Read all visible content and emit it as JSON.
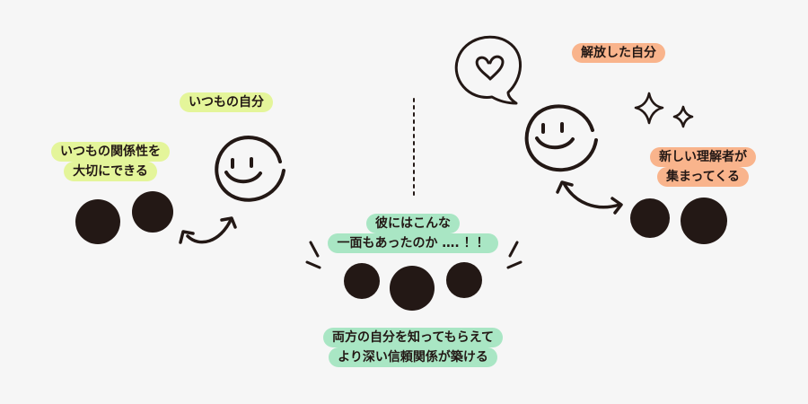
{
  "colors": {
    "background": "#f6f6f6",
    "ink": "#231815",
    "highlight_yellow": "#e4f59a",
    "highlight_green": "#a9e6c4",
    "highlight_orange": "#f9b48c"
  },
  "left_panel": {
    "self_label": "いつもの自分",
    "relationship_label": [
      "いつもの関係性を",
      "大切にできる"
    ]
  },
  "center_panel": {
    "discovery_label": [
      "彼にはこんな",
      "一面もあったのか …. ！！"
    ],
    "result_label": [
      "両方の自分を知ってもらえて",
      "より深い信頼関係が築ける"
    ]
  },
  "right_panel": {
    "self_label": "解放した自分",
    "understanders_label": [
      "新しい理解者が",
      "集まってくる"
    ]
  },
  "icons": [
    "smiley-face-icon",
    "heart-speech-bubble-icon",
    "sparkle-icon",
    "curved-double-arrow-icon",
    "person-dot-icon"
  ]
}
